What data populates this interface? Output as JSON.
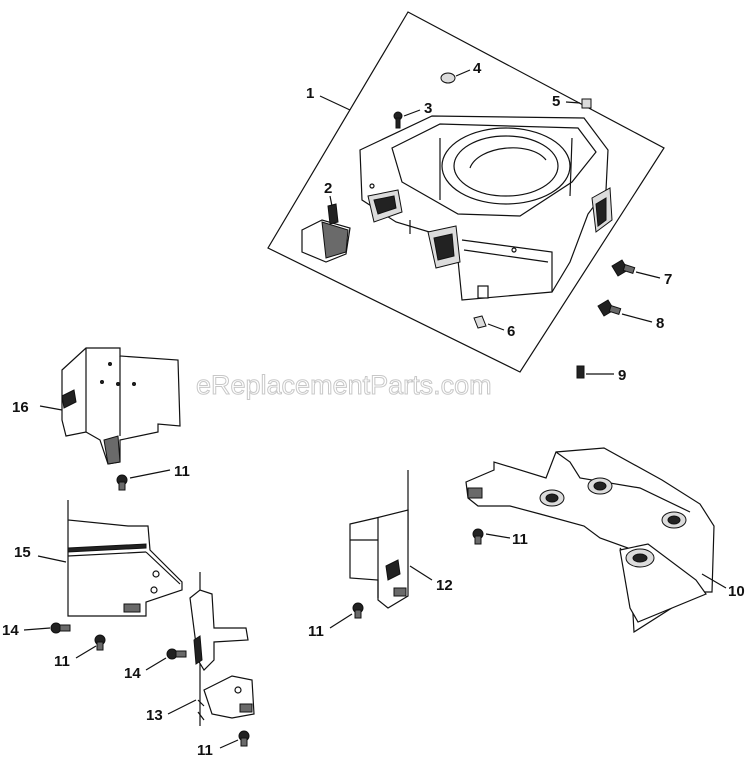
{
  "watermark": "eReplacementParts.com",
  "callouts": [
    {
      "id": "c1",
      "label": "1"
    },
    {
      "id": "c2",
      "label": "2"
    },
    {
      "id": "c3",
      "label": "3"
    },
    {
      "id": "c4",
      "label": "4"
    },
    {
      "id": "c5",
      "label": "5"
    },
    {
      "id": "c6",
      "label": "6"
    },
    {
      "id": "c7",
      "label": "7"
    },
    {
      "id": "c8",
      "label": "8"
    },
    {
      "id": "c9",
      "label": "9"
    },
    {
      "id": "c10",
      "label": "10"
    },
    {
      "id": "c11a",
      "label": "11"
    },
    {
      "id": "c11b",
      "label": "11"
    },
    {
      "id": "c11c",
      "label": "11"
    },
    {
      "id": "c11d",
      "label": "11"
    },
    {
      "id": "c11e",
      "label": "11"
    },
    {
      "id": "c12",
      "label": "12"
    },
    {
      "id": "c13",
      "label": "13"
    },
    {
      "id": "c14a",
      "label": "14"
    },
    {
      "id": "c14b",
      "label": "14"
    },
    {
      "id": "c15",
      "label": "15"
    },
    {
      "id": "c16",
      "label": "16"
    }
  ]
}
